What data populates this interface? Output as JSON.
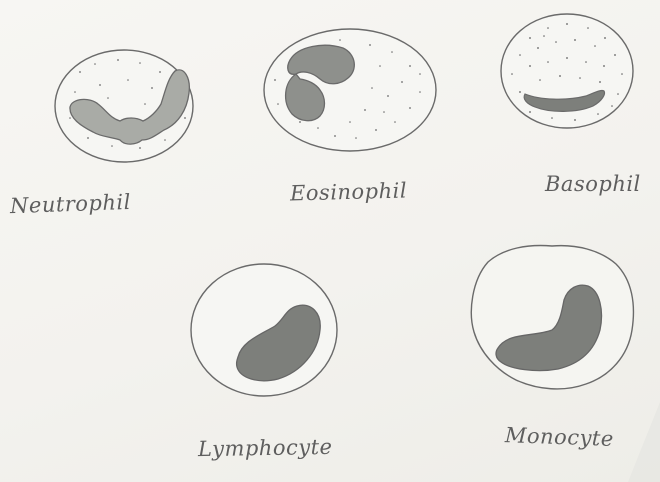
{
  "cells": [
    {
      "label": "Neutrophil"
    },
    {
      "label": "Eosinophil"
    },
    {
      "label": "Basophil"
    },
    {
      "label": "Lymphocyte"
    },
    {
      "label": "Monocyte"
    }
  ],
  "colors": {
    "paper": "#f4f3ef",
    "outline": "#6a6a6a",
    "nucleus_light": "#a9aba6",
    "nucleus_dark": "#777976",
    "granule": "#6b6b6b",
    "text": "#5e5e5e"
  }
}
